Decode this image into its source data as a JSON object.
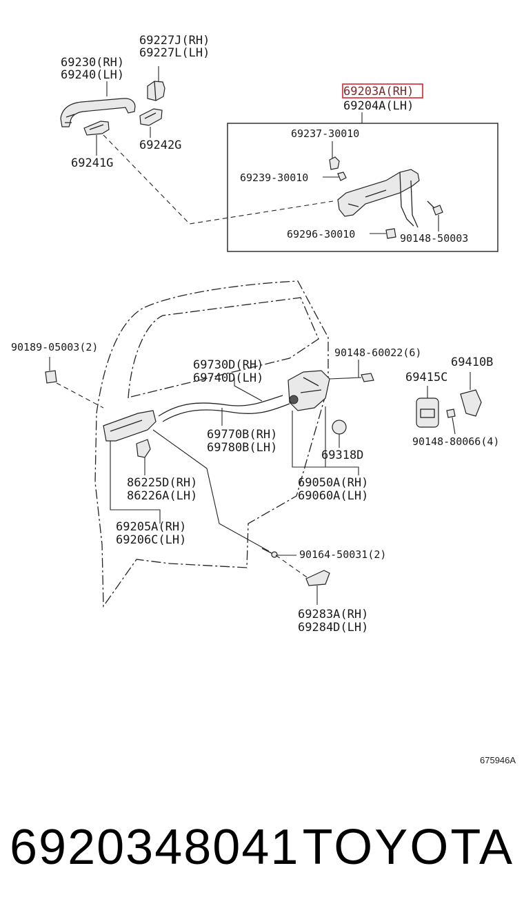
{
  "callouts": {
    "l_69227J": "69227J(RH)",
    "l_69227L": "69227L(LH)",
    "l_69230": "69230(RH)",
    "l_69240": "69240(LH)",
    "l_69242G": "69242G",
    "l_69241G": "69241G",
    "l_69203A": "69203A(RH)",
    "l_69204A": "69204A(LH)",
    "l_69237": "69237-30010",
    "l_69239": "69239-30010",
    "l_69296": "69296-30010",
    "l_90148_50003": "90148-50003",
    "l_90189": "90189-05003(2)",
    "l_90148_60022": "90148-60022(6)",
    "l_69410B": "69410B",
    "l_69415C": "69415C",
    "l_69730D": "69730D(RH)",
    "l_69740D": "69740D(LH)",
    "l_90148_80066": "90148-80066(4)",
    "l_69770B": "69770B(RH)",
    "l_69780B": "69780B(LH)",
    "l_69318D": "69318D",
    "l_86225D": "86225D(RH)",
    "l_86226A": "86226A(LH)",
    "l_69050A": "69050A(RH)",
    "l_69060A": "69060A(LH)",
    "l_69205A": "69205A(RH)",
    "l_69206C": "69206C(LH)",
    "l_90164": "90164-50031(2)",
    "l_69283A": "69283A(RH)",
    "l_69284D": "69284D(LH)"
  },
  "diagram_code": "675946A",
  "highlighted_callout": "69203A(RH)",
  "highlight_color": "#d9232e",
  "footer": {
    "part_number": "6920348041",
    "brand": "TOYOTA"
  }
}
